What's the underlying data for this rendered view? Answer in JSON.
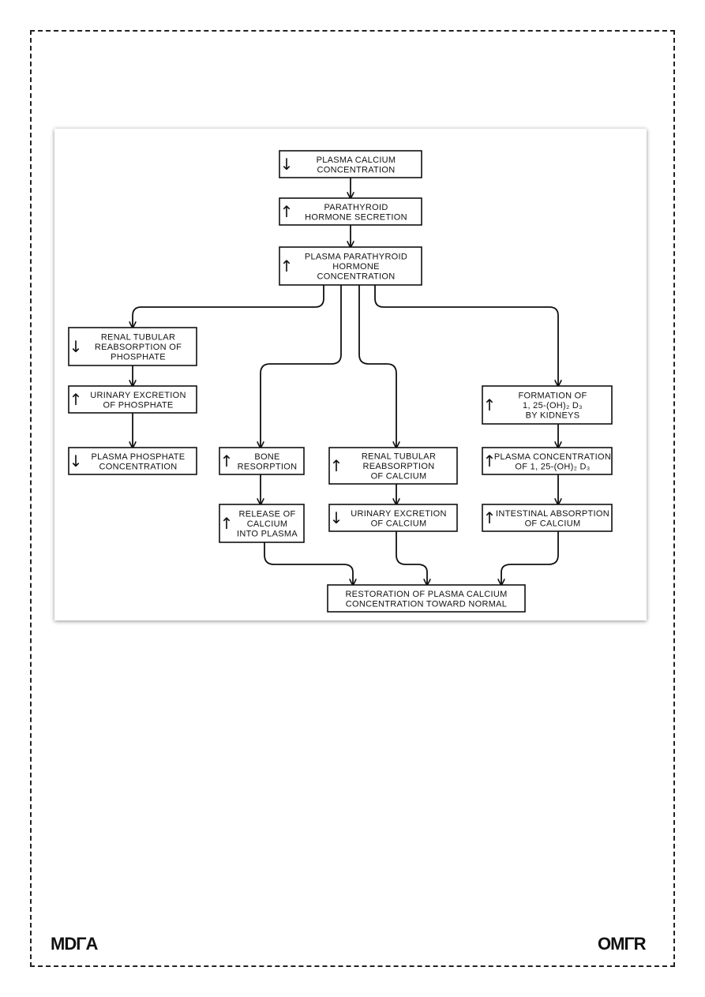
{
  "diagram": {
    "nodes": {
      "plasma_calcium": {
        "arrow": "↓",
        "lines": [
          "PLASMA CALCIUM",
          "CONCENTRATION"
        ]
      },
      "pth_secretion": {
        "arrow": "↑",
        "lines": [
          "PARATHYROID",
          "HORMONE SECRETION"
        ]
      },
      "plasma_pth": {
        "arrow": "↑",
        "lines": [
          "PLASMA PARATHYROID",
          "HORMONE",
          "CONCENTRATION"
        ]
      },
      "renal_phosphate": {
        "arrow": "↓",
        "lines": [
          "RENAL TUBULAR",
          "REABSORPTION OF",
          "PHOSPHATE"
        ]
      },
      "urinary_phosphate": {
        "arrow": "↑",
        "lines": [
          "URINARY EXCRETION",
          "OF PHOSPHATE"
        ]
      },
      "plasma_phosphate": {
        "arrow": "↓",
        "lines": [
          "PLASMA PHOSPHATE",
          "CONCENTRATION"
        ]
      },
      "bone_resorption": {
        "arrow": "↑",
        "lines": [
          "BONE",
          "RESORPTION"
        ]
      },
      "release_calcium": {
        "arrow": "↑",
        "lines": [
          "RELEASE OF",
          "CALCIUM",
          "INTO PLASMA"
        ]
      },
      "renal_calcium": {
        "arrow": "↑",
        "lines": [
          "RENAL TUBULAR",
          "REABSORPTION",
          "OF CALCIUM"
        ]
      },
      "urinary_calcium": {
        "arrow": "↓",
        "lines": [
          "URINARY EXCRETION",
          "OF CALCIUM"
        ]
      },
      "formation_d3": {
        "arrow": "↑",
        "lines": [
          "FORMATION OF",
          "1, 25-(OH)₂ D₃",
          "BY KIDNEYS"
        ]
      },
      "plasma_d3": {
        "arrow": "↑",
        "lines": [
          "PLASMA CONCENTRATION",
          "OF 1, 25-(OH)₂ D₃"
        ]
      },
      "intestinal": {
        "arrow": "↑",
        "lines": [
          "INTESTINAL ABSORPTION",
          "OF CALCIUM"
        ]
      },
      "restoration": {
        "arrow": "",
        "lines": [
          "RESTORATION OF PLASMA CALCIUM",
          "CONCENTRATION TOWARD NORMAL"
        ]
      }
    },
    "edges": [
      [
        "plasma_calcium",
        "pth_secretion"
      ],
      [
        "pth_secretion",
        "plasma_pth"
      ],
      [
        "plasma_pth",
        "renal_phosphate"
      ],
      [
        "plasma_pth",
        "bone_resorption"
      ],
      [
        "plasma_pth",
        "renal_calcium"
      ],
      [
        "plasma_pth",
        "formation_d3"
      ],
      [
        "renal_phosphate",
        "urinary_phosphate"
      ],
      [
        "urinary_phosphate",
        "plasma_phosphate"
      ],
      [
        "bone_resorption",
        "release_calcium"
      ],
      [
        "renal_calcium",
        "urinary_calcium"
      ],
      [
        "formation_d3",
        "plasma_d3"
      ],
      [
        "plasma_d3",
        "intestinal"
      ],
      [
        "release_calcium",
        "restoration"
      ],
      [
        "urinary_calcium",
        "restoration"
      ],
      [
        "intestinal",
        "restoration"
      ]
    ]
  },
  "footer": {
    "logo_left": "MDΓA",
    "logo_right": "OMΓR"
  }
}
